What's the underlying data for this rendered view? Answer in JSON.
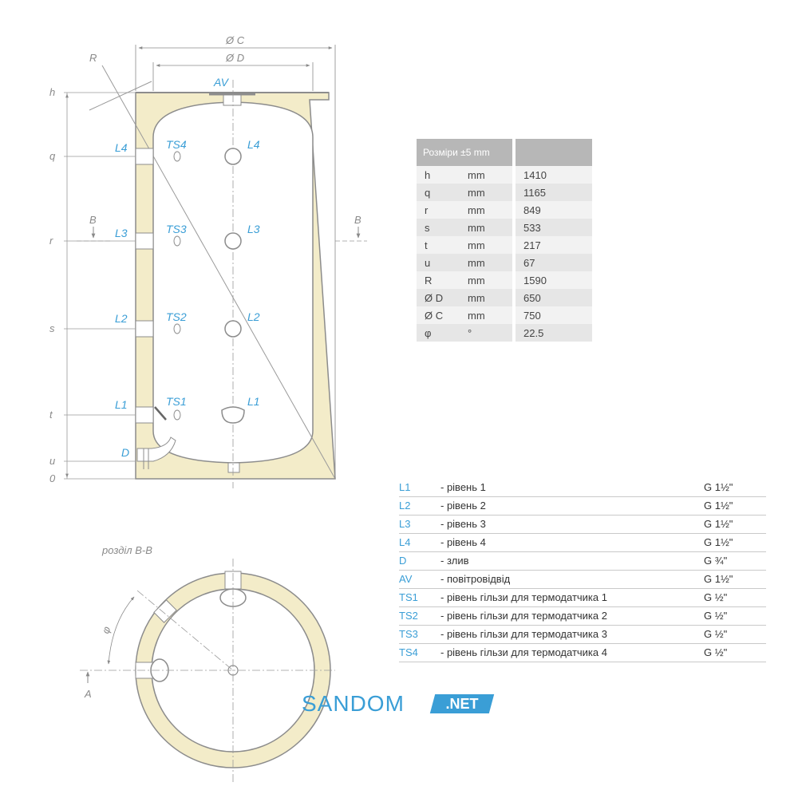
{
  "drawing": {
    "dim_c": "Ø C",
    "dim_d": "Ø D",
    "dim_r": "R",
    "top_outlet": "AV",
    "left_levels": [
      "h",
      "q",
      "r",
      "s",
      "t",
      "u",
      "0"
    ],
    "section_mark": "B",
    "ports": {
      "l4": "L4",
      "l3": "L3",
      "l2": "L2",
      "l1": "L1",
      "ts4": "TS4",
      "ts3": "TS3",
      "ts2": "TS2",
      "ts1": "TS1",
      "drain": "D"
    },
    "section_title": "розділ B-B",
    "angle_label": "φ",
    "section_a": "A"
  },
  "dimensions_table": {
    "header": "Розміри ±5 mm",
    "rows": [
      {
        "key": "h",
        "unit": "mm",
        "value": "1410"
      },
      {
        "key": "q",
        "unit": "mm",
        "value": "1165"
      },
      {
        "key": "r",
        "unit": "mm",
        "value": "849"
      },
      {
        "key": "s",
        "unit": "mm",
        "value": "533"
      },
      {
        "key": "t",
        "unit": "mm",
        "value": "217"
      },
      {
        "key": "u",
        "unit": "mm",
        "value": "67"
      },
      {
        "key": "R",
        "unit": "mm",
        "value": "1590"
      },
      {
        "key": "Ø D",
        "unit": "mm",
        "value": "650"
      },
      {
        "key": "Ø C",
        "unit": "mm",
        "value": "750"
      },
      {
        "key": "φ",
        "unit": "°",
        "value": "22.5"
      }
    ]
  },
  "legend": [
    {
      "code": "L1",
      "desc": "- рівень 1",
      "size": "G 1½\""
    },
    {
      "code": "L2",
      "desc": "- рівень 2",
      "size": "G 1½\""
    },
    {
      "code": "L3",
      "desc": "- рівень 3",
      "size": "G 1½\""
    },
    {
      "code": "L4",
      "desc": "- рівень 4",
      "size": "G 1½\""
    },
    {
      "code": "D",
      "desc": "- злив",
      "size": "G ¾\""
    },
    {
      "code": "AV",
      "desc": "- повітровідвід",
      "size": "G 1½\""
    },
    {
      "code": "TS1",
      "desc": "- рівень гільзи для термодатчика 1",
      "size": "G ½\""
    },
    {
      "code": "TS2",
      "desc": "- рівень гільзи для термодатчика 2",
      "size": "G ½\""
    },
    {
      "code": "TS3",
      "desc": "- рівень гільзи для термодатчика 3",
      "size": "G ½\""
    },
    {
      "code": "TS4",
      "desc": "- рівень гільзи для термодатчика 4",
      "size": "G ½\""
    }
  ],
  "brand": {
    "name": "SANDOM",
    "tld": ".NET"
  },
  "colors": {
    "insulation": "#f3ecc9",
    "outline": "#8c8c8c",
    "accent": "#3a9ed6",
    "table_header": "#b7b7b7"
  }
}
